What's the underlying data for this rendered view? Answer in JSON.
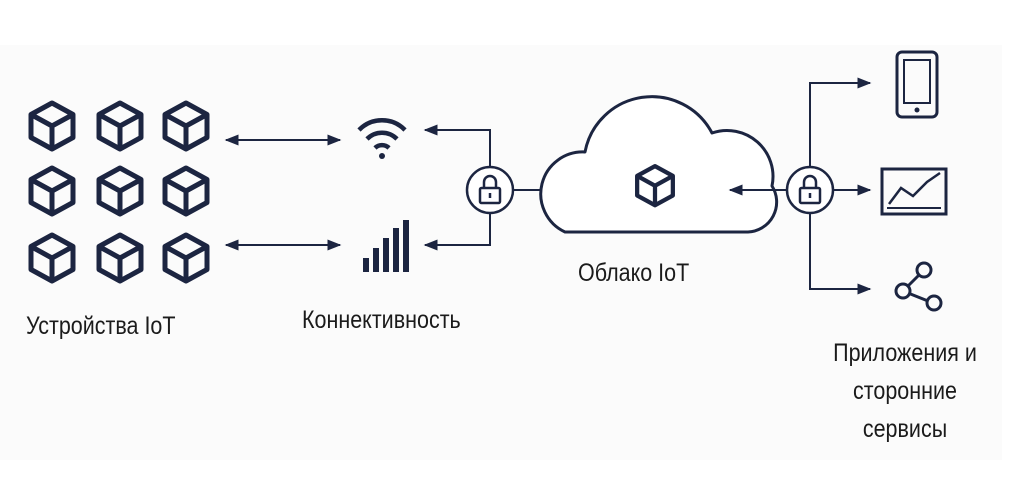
{
  "diagram": {
    "colors": {
      "stroke": "#1c2541",
      "text": "#1b1b1b",
      "background": "#fbfbfb"
    },
    "nodes": {
      "devices": {
        "label": "Устройства IoT",
        "icon": "cube-icon",
        "count": 9
      },
      "connectivity": {
        "label": "Коннективность",
        "icons": [
          "wifi-icon",
          "cellular-signal-icon"
        ]
      },
      "cloud": {
        "label": "Облако IoT",
        "icon": "cloud-icon"
      },
      "apps": {
        "label_lines": [
          "Приложения и",
          "сторонние",
          "сервисы"
        ],
        "icons": [
          "smartphone-icon",
          "chart-monitor-icon",
          "share-icon"
        ]
      }
    },
    "security_icons": [
      "lock-icon",
      "lock-icon"
    ]
  }
}
